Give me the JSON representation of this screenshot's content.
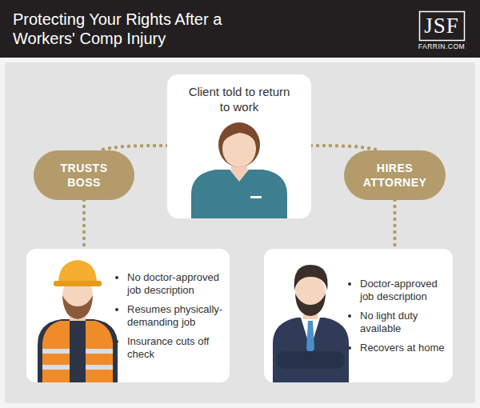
{
  "diagram": {
    "title": "Protecting Your Rights After a Workers' Comp Injury",
    "nodes": [
      {
        "text": [
          "Client told to return to work"
        ]
      },
      {
        "text": [
          "TRUSTS BOSS"
        ]
      },
      {
        "text": [
          "HIRES ATTORNEY"
        ]
      },
      {
        "text": [
          "No doctor-approved job description",
          "Resumes physically-demanding job",
          "Insurance cuts off check"
        ]
      },
      {
        "text": [
          "Doctor-approved job description",
          "No light duty available",
          "Recovers at home"
        ]
      }
    ],
    "edges": [
      {
        "from": 0,
        "to": 1,
        "arrow": "none"
      },
      {
        "from": 0,
        "to": 2,
        "arrow": "none"
      },
      {
        "from": 1,
        "to": 3,
        "arrow": "none"
      },
      {
        "from": 2,
        "to": 4,
        "arrow": "none"
      }
    ],
    "labels": [
      "JSF",
      "FARRIN.COM"
    ]
  }
}
